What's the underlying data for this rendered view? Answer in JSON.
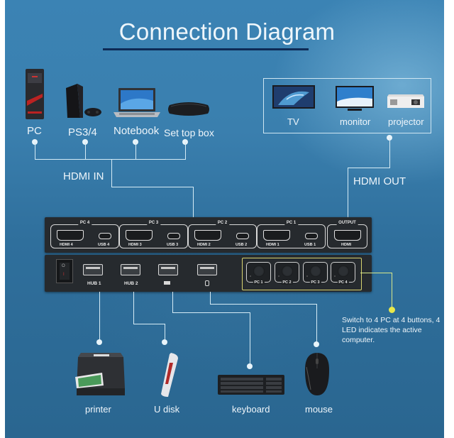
{
  "title": "Connection Diagram",
  "inputs": {
    "group_label": "HDMI IN",
    "devices": [
      {
        "label": "PC",
        "icon": "pc-tower-icon"
      },
      {
        "label": "PS3/4",
        "icon": "game-console-icon"
      },
      {
        "label": "Notebook",
        "icon": "laptop-icon"
      },
      {
        "label": "Set top box",
        "icon": "set-top-box-icon"
      }
    ]
  },
  "outputs": {
    "group_label": "HDMI OUT",
    "devices": [
      {
        "label": "TV",
        "icon": "tv-icon"
      },
      {
        "label": "monitor",
        "icon": "monitor-icon"
      },
      {
        "label": "projector",
        "icon": "projector-icon"
      }
    ]
  },
  "kvm_rear": {
    "groups": [
      {
        "title": "PC 4",
        "hdmi": "HDMI 4",
        "usb": "USB 4"
      },
      {
        "title": "PC 3",
        "hdmi": "HDMI 3",
        "usb": "USB 3"
      },
      {
        "title": "PC 2",
        "hdmi": "HDMI 2",
        "usb": "USB 2"
      },
      {
        "title": "PC 1",
        "hdmi": "HDMI 1",
        "usb": "USB 1"
      }
    ],
    "output": {
      "title": "OUTPUT",
      "port": "HDMI"
    }
  },
  "kvm_front": {
    "power_switch": {
      "on_symbol": "O",
      "off_symbol": "I"
    },
    "usb_ports": [
      {
        "label": "HUB 1",
        "icon": null
      },
      {
        "label": "HUB 2",
        "icon": null
      },
      {
        "label": "",
        "icon": "keyboard-icon"
      },
      {
        "label": "",
        "icon": "mouse-icon"
      }
    ],
    "buttons": [
      "PC 1",
      "PC 2",
      "PC 3",
      "PC 4"
    ]
  },
  "switch_note": "Switch to 4 PC at 4 buttons, 4 LED indicates the active computer.",
  "peripherals": [
    {
      "label": "printer",
      "icon": "printer-icon"
    },
    {
      "label": "U disk",
      "icon": "usb-drive-icon"
    },
    {
      "label": "keyboard",
      "icon": "keyboard-icon"
    },
    {
      "label": "mouse",
      "icon": "mouse-icon"
    }
  ],
  "colors": {
    "background": "#3a7fae",
    "title_underline": "#0d2a55",
    "connector_line": "#d6ecf6",
    "button_highlight": "#d9d470"
  }
}
